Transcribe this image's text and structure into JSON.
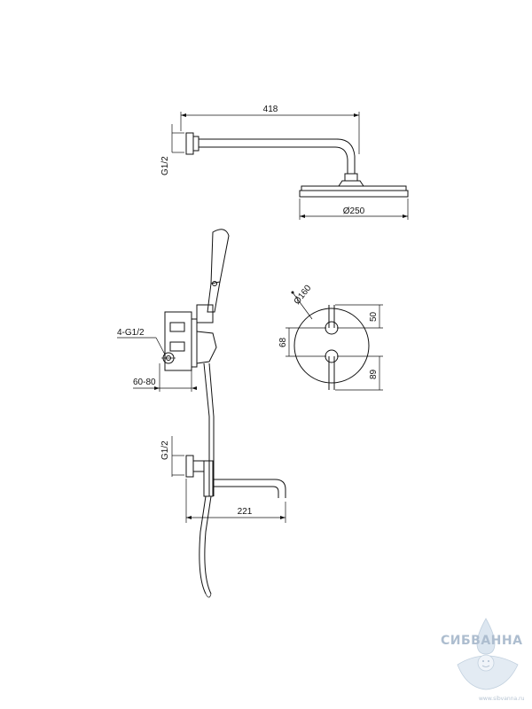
{
  "dimensions": {
    "arm_length": "418",
    "head_diameter": "Ø250",
    "inlet_top": "G1/2",
    "inlets_four": "4-G1/2",
    "wall_depth": "60-80",
    "plate_diameter": "Ø160",
    "plate_center": "68",
    "upper_offset": "50",
    "lower_offset": "89",
    "inlet_spout": "G1/2",
    "spout_length": "221"
  },
  "watermark": {
    "brand": "СИБВАННА",
    "url": "www.sibvanna.ru"
  }
}
